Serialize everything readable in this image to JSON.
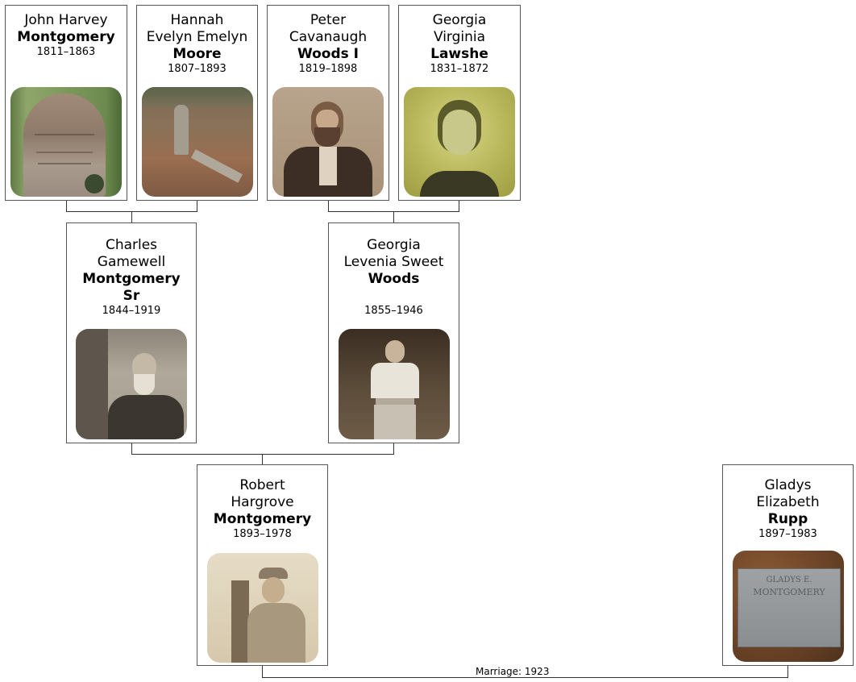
{
  "people": {
    "p1": {
      "given": [
        "John Harvey"
      ],
      "surname": [
        "Montgomery"
      ],
      "years": "1811–1863",
      "photo": "tombstone-photo"
    },
    "p2": {
      "given": [
        "Hannah",
        "Evelyn Emelyn"
      ],
      "surname": [
        "Moore"
      ],
      "years": "1807–1893",
      "photo": "grave-site-photo"
    },
    "p3": {
      "given": [
        "Peter",
        "Cavanaugh"
      ],
      "surname": [
        "Woods I"
      ],
      "years": "1819–1898",
      "photo": "portrait-photo"
    },
    "p4": {
      "given": [
        "Georgia",
        "Virginia"
      ],
      "surname": [
        "Lawshe"
      ],
      "years": "1831–1872",
      "photo": "portrait-photo"
    },
    "p5": {
      "given": [
        "Charles",
        "Gamewell"
      ],
      "surname": [
        "Montgomery",
        "Sr"
      ],
      "years": "1844–1919",
      "photo": "portrait-photo"
    },
    "p6": {
      "given": [
        "Georgia",
        "Levenia Sweet"
      ],
      "surname": [
        "Woods"
      ],
      "years": "1855–1946",
      "photo": "portrait-photo"
    },
    "p7": {
      "given": [
        "Robert",
        "Hargrove"
      ],
      "surname": [
        "Montgomery"
      ],
      "years": "1893–1978",
      "photo": "portrait-photo"
    },
    "p8": {
      "given": [
        "Gladys",
        "Elizabeth"
      ],
      "surname": [
        "Rupp"
      ],
      "years": "1897–1983",
      "photo": "grave-marker-photo"
    }
  },
  "grave_marker_text": [
    "GLADYS E.",
    "MONTGOMERY"
  ],
  "marriage_label": "Marriage: 1923",
  "colors": {
    "border": "#555555",
    "line": "#333333"
  }
}
